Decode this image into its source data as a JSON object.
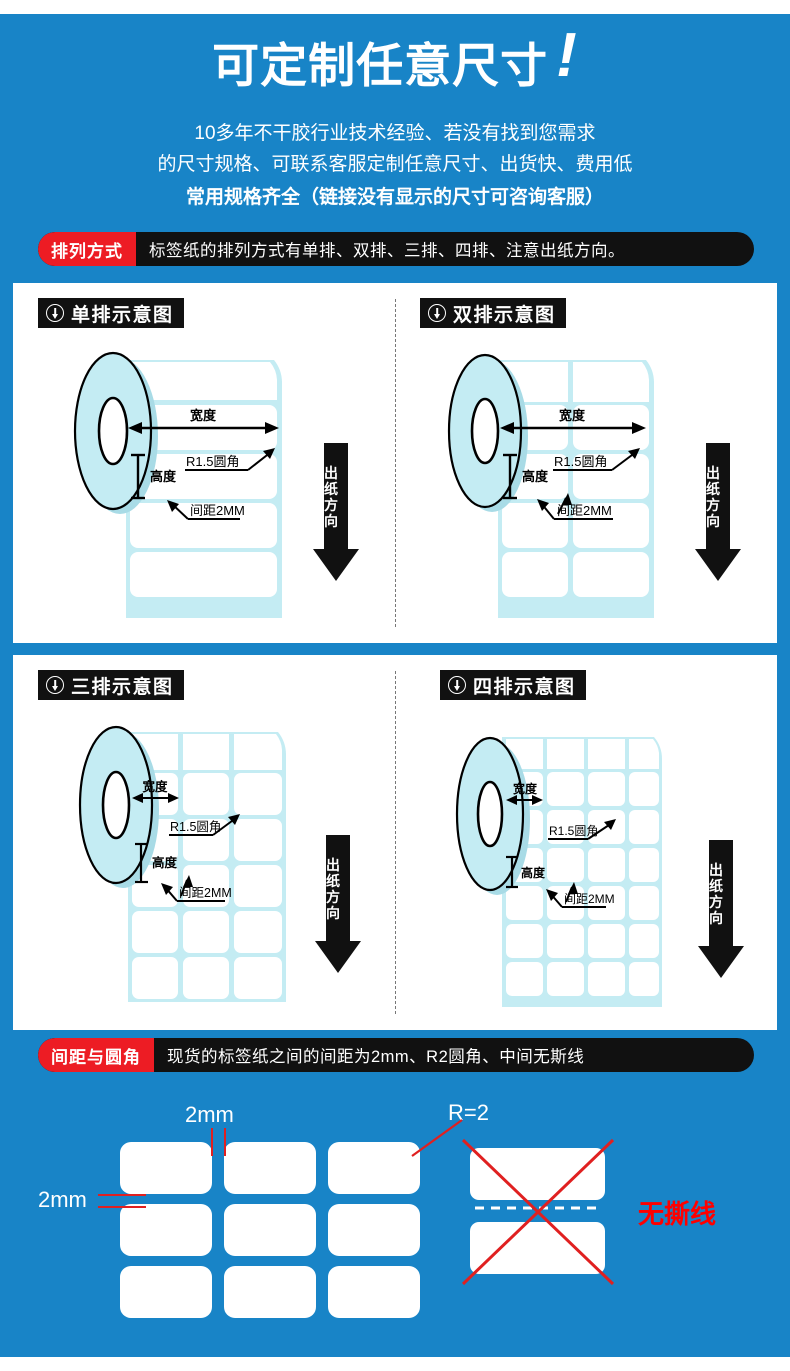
{
  "header": {
    "title": "可定制任意尺寸",
    "exclamation": "!",
    "sub_line_1": "10多年不干胶行业技术经验、若没有找到您需求",
    "sub_line_2": "的尺寸规格、可联系客服定制任意尺寸、出货快、费用低",
    "sub_line_3": "常用规格齐全（链接没有显示的尺寸可咨询客服）"
  },
  "banner_arrangement": {
    "tag": "排列方式",
    "text": "标签纸的排列方式有单排、双排、三排、四排、注意出纸方向。"
  },
  "banner_spacing": {
    "tag": "间距与圆角",
    "text": "现货的标签纸之间的间距为2mm、R2圆角、中间无斯线"
  },
  "diagrams": [
    {
      "title": "单排示意图",
      "columns": 1,
      "labels": {
        "width": "宽度",
        "height": "高度",
        "radius": "R1.5圆角",
        "gap": "间距2MM"
      },
      "direction_label": "出纸方向"
    },
    {
      "title": "双排示意图",
      "columns": 2,
      "labels": {
        "width": "宽度",
        "height": "高度",
        "radius": "R1.5圆角",
        "gap": "间距2MM"
      },
      "direction_label": "出纸方向"
    },
    {
      "title": "三排示意图",
      "columns": 3,
      "labels": {
        "width": "宽度",
        "height": "高度",
        "radius": "R1.5圆角",
        "gap": "间距2MM"
      },
      "direction_label": "出纸方向"
    },
    {
      "title": "四排示意图",
      "columns": 4,
      "labels": {
        "width": "宽度",
        "height": "高度",
        "radius": "R1.5圆角",
        "gap": "间距2MM"
      },
      "direction_label": "出纸方向"
    }
  ],
  "bottom": {
    "gap_horizontal": "2mm",
    "gap_vertical": "2mm",
    "radius_label": "R=2",
    "no_tear_label": "无撕线"
  },
  "colors": {
    "background_blue": "#1884c7",
    "accent_red": "#ed1c24",
    "banner_black": "#111111",
    "roll_cyan": "#c4ecf3",
    "label_white": "#ffffff",
    "annotation_red": "#e02020"
  }
}
